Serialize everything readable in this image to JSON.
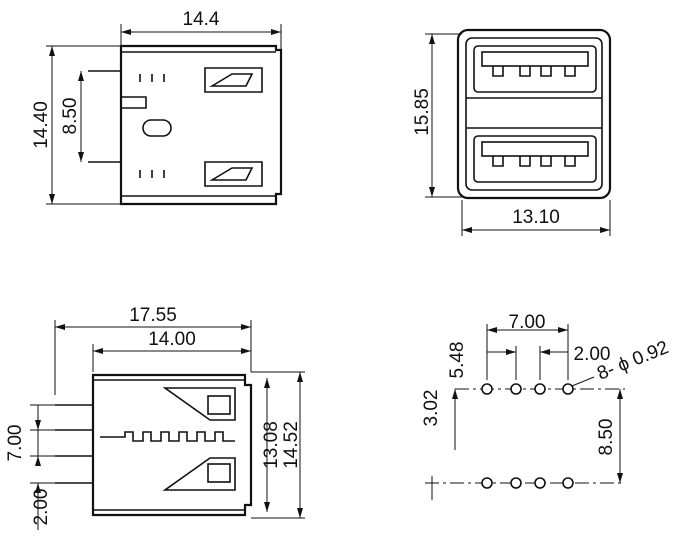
{
  "views": {
    "side_view": {
      "width_label": "14.4",
      "height_label": "14.40",
      "pin_spacing_label": "8.50"
    },
    "front_view": {
      "height_label": "15.85",
      "width_label": "13.10"
    },
    "bottom_view": {
      "total_width_label": "17.55",
      "body_width_label": "14.00",
      "inner_height_label": "13.08",
      "outer_height_label": "14.52",
      "pin_pitch_label": "7.00",
      "pin_offset_label": "2.00"
    },
    "pcb_footprint": {
      "span_label": "7.00",
      "offset_label": "5.48",
      "pitch_label": "2.00",
      "hole_label": "8- ϕ 0.92",
      "row_offset_label": "3.02",
      "row_spacing_label": "8.50"
    }
  }
}
